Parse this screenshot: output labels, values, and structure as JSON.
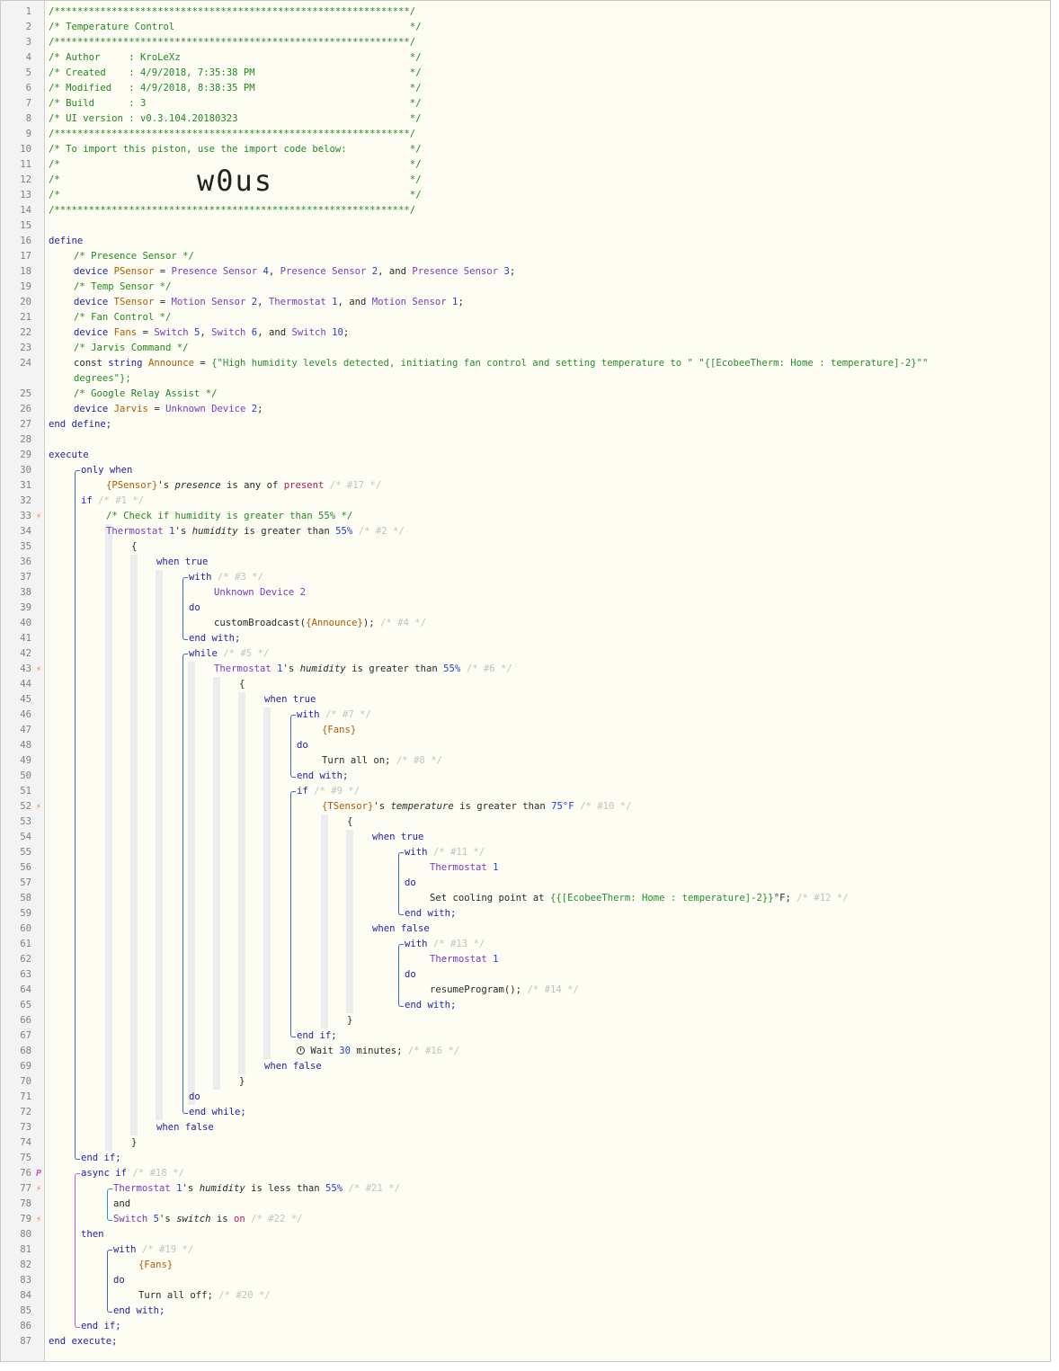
{
  "editor": {
    "title": "Temperature Control",
    "author": "KroLeXz",
    "created": "4/9/2018, 7:35:38 PM",
    "modified": "4/9/2018, 8:38:35 PM",
    "build": "3",
    "ui_version": "v0.3.104.20180323",
    "import_note": "To import this piston, use the import code below:",
    "import_code": "w0us",
    "line_count": 87,
    "define": {
      "comments": [
        "Presence Sensor",
        "Temp Sensor",
        "Fan Control",
        "Jarvis Command",
        "Google Relay Assist"
      ],
      "pSensor": "PSensor",
      "pSensorDevices": [
        "Presence Sensor 4",
        "Presence Sensor 2",
        "Presence Sensor 3"
      ],
      "tSensor": "TSensor",
      "tSensorDevices": [
        "Motion Sensor 2",
        "Thermostat 1",
        "Motion Sensor 1"
      ],
      "fans": "Fans",
      "fansDevices": [
        "Switch 5",
        "Switch 6",
        "Switch 10"
      ],
      "announce": "Announce",
      "announceText": "{\"High humidity levels detected, initiating fan control and setting temperature to \" \"{[EcobeeTherm: Home : temperature]-2}\"\"",
      "announceCont": "degrees\"};",
      "jarvis": "Jarvis",
      "jarvisDevice": "Unknown Device 2"
    },
    "statements": {
      "comment33": "Check if humidity is greater than 55%",
      "thermostat": "Thermostat 1",
      "humidity": "humidity",
      "humidityThreshold": "55%",
      "tempThreshold": "75°F",
      "broadcast": "customBroadcast",
      "turnOn": "Turn all on;",
      "turnOff": "Turn all off;",
      "setCooling": "Set cooling point at",
      "coolingExpr": "{{[EcobeeTherm: Home : temperature]-2}}",
      "resume": "resumeProgram();",
      "wait": "Wait",
      "waitValue": "30",
      "waitUnit": "minutes;",
      "switch5": "Switch 5"
    }
  }
}
